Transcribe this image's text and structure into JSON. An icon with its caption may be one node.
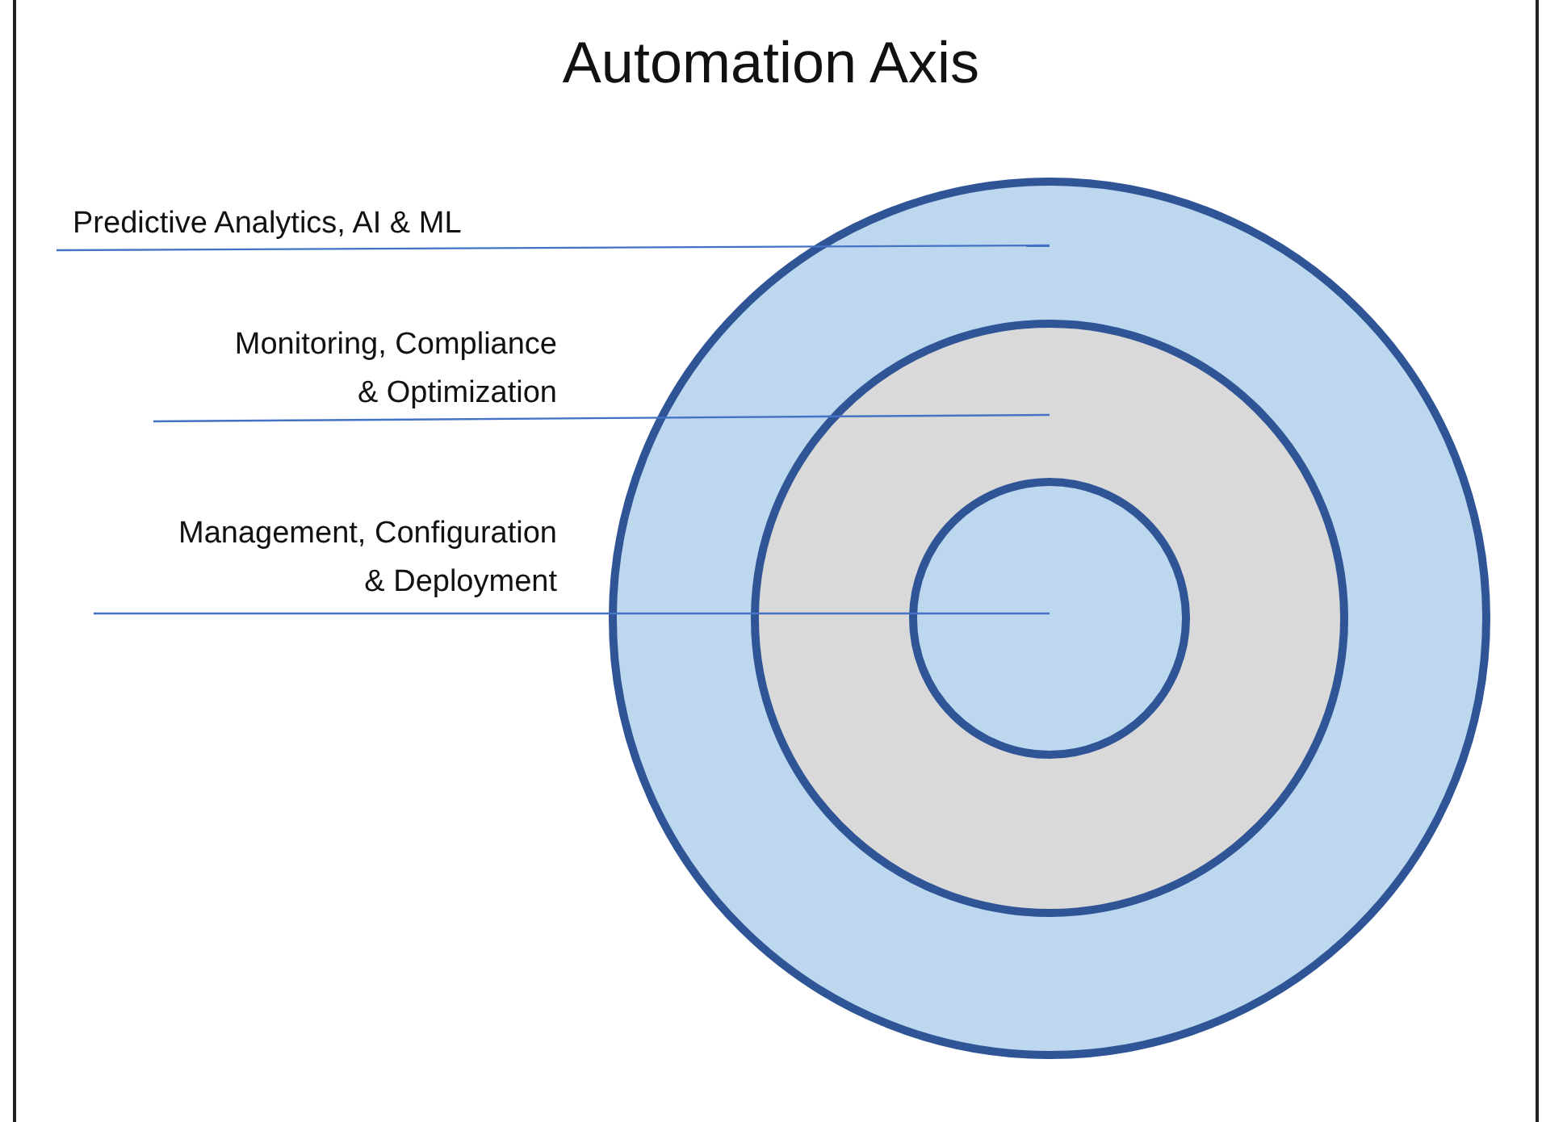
{
  "diagram": {
    "title": "Automation Axis",
    "nodes": [
      {
        "text": [
          "Predictive Analytics, AI & ML"
        ]
      },
      {
        "text": [
          "Monitoring, Compliance & Optimization"
        ]
      },
      {
        "text": [
          "Management, Configuration & Deployment"
        ]
      },
      {
        "text": [],
        "shape": "circle"
      },
      {
        "text": [],
        "shape": "circle",
        "in": 3
      },
      {
        "text": [],
        "shape": "circle",
        "in": 4
      }
    ],
    "edges": [
      {
        "from": 0,
        "to": 3,
        "arrow": "none"
      },
      {
        "from": 1,
        "to": 4,
        "arrow": "none"
      },
      {
        "from": 2,
        "to": 5,
        "arrow": "none"
      }
    ]
  }
}
